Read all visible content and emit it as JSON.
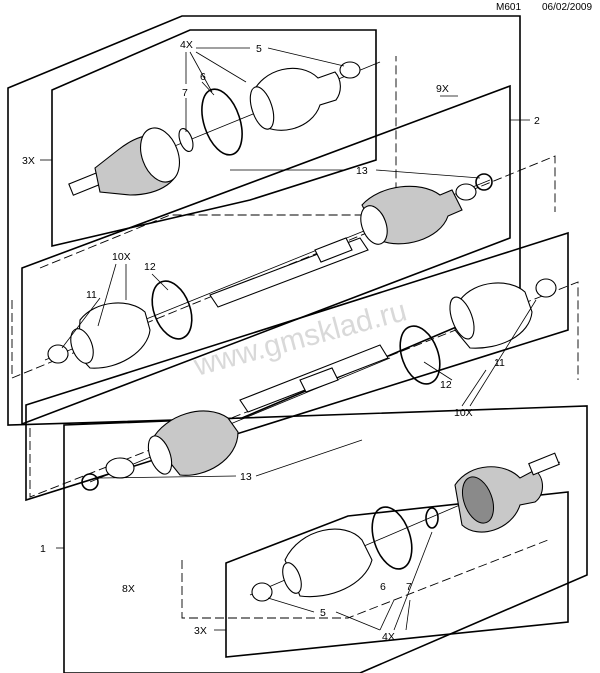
{
  "header": {
    "code": "M601",
    "date": "06/02/2009"
  },
  "watermark": "www.gmsklad.ru",
  "callouts": {
    "c1": "1",
    "c2": "2",
    "c3x_top": "3X",
    "c3x_bot": "3X",
    "c4x_top": "4X",
    "c4x_bot": "4X",
    "c5_top": "5",
    "c5_bot": "5",
    "c6_top": "6",
    "c6_bot": "6",
    "c7_top": "7",
    "c7_bot": "7",
    "c8x": "8X",
    "c9x": "9X",
    "c10x_left": "10X",
    "c10x_right": "10X",
    "c11_left": "11",
    "c11_right": "11",
    "c12_left": "12",
    "c12_right": "12",
    "c13_top": "13",
    "c13_bot": "13"
  }
}
